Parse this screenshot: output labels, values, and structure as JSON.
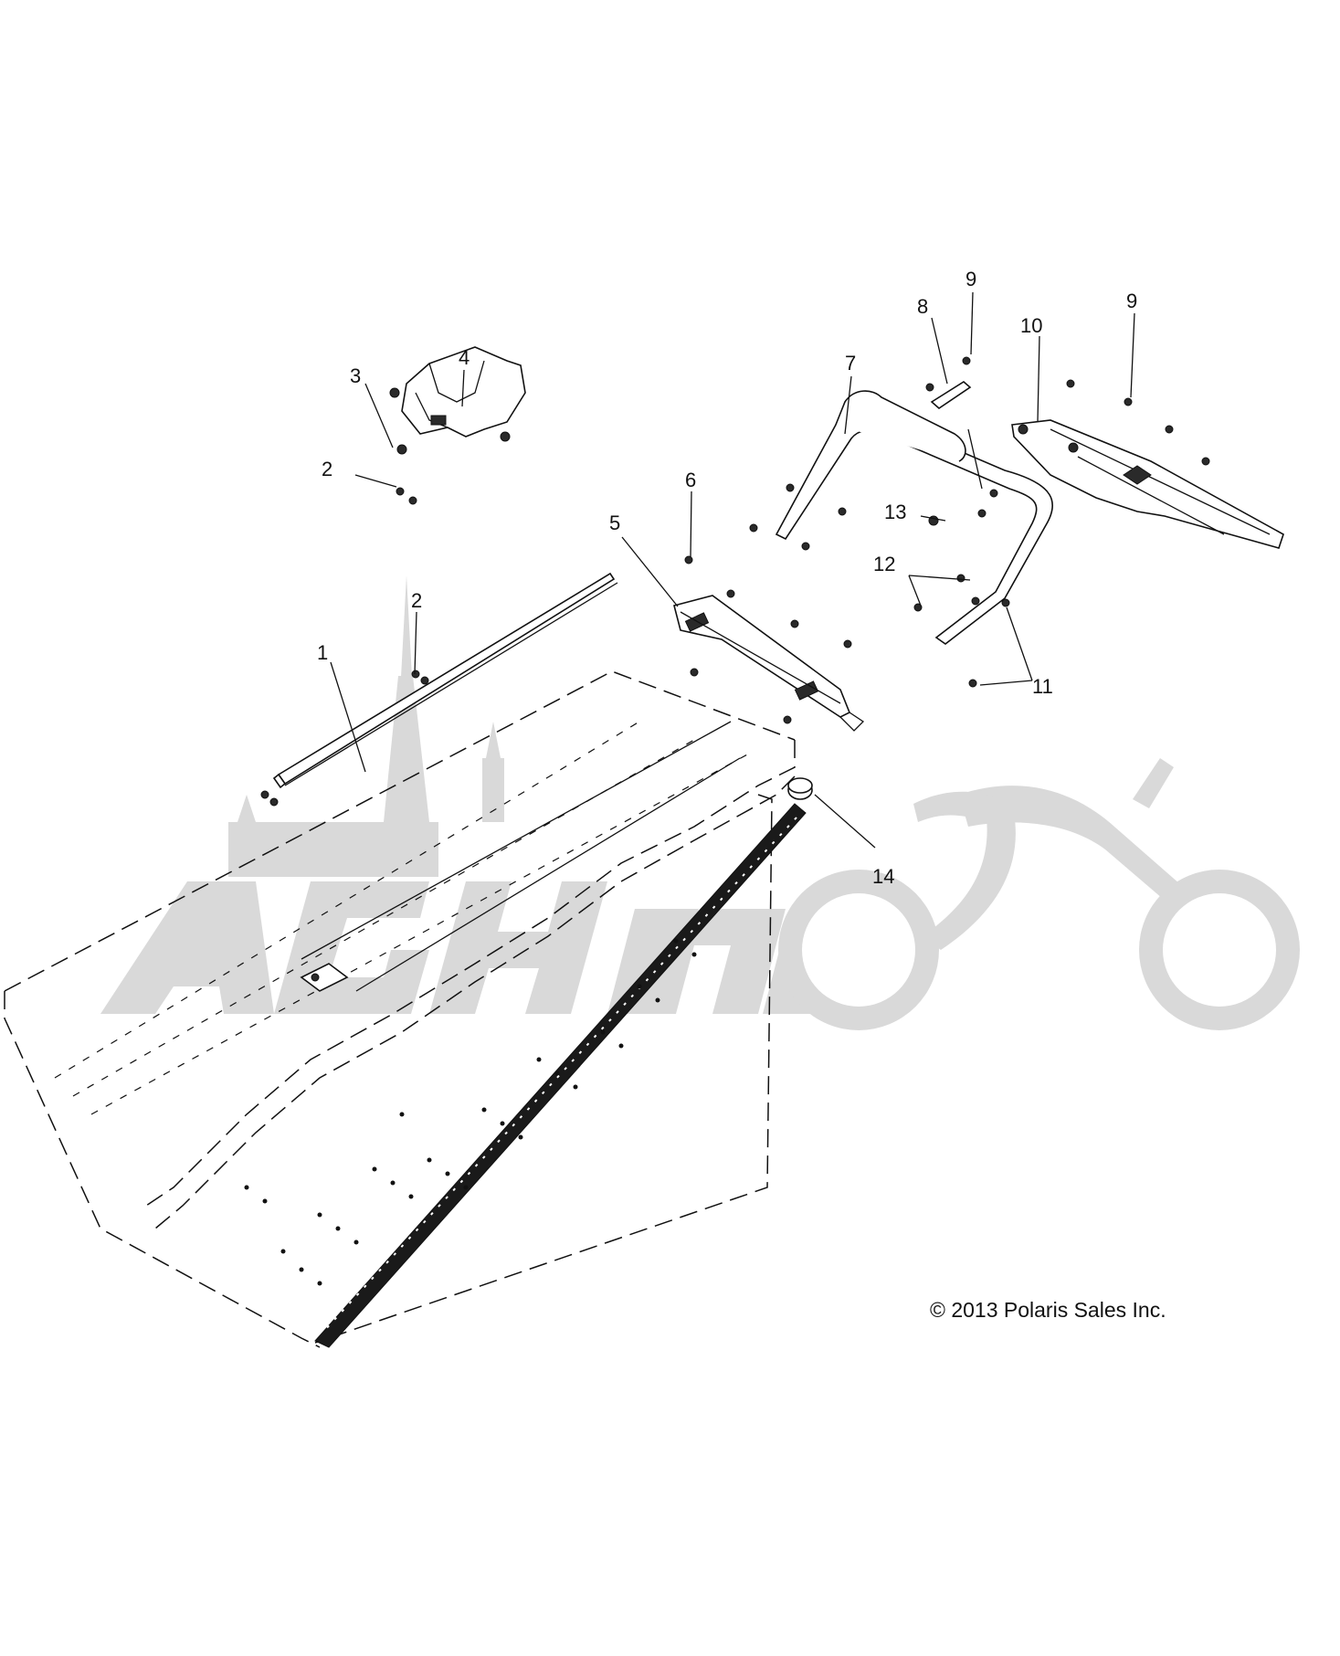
{
  "callouts": [
    {
      "id": "1",
      "text": "1"
    },
    {
      "id": "2a",
      "text": "2"
    },
    {
      "id": "2b",
      "text": "2"
    },
    {
      "id": "3",
      "text": "3"
    },
    {
      "id": "4",
      "text": "4"
    },
    {
      "id": "5",
      "text": "5"
    },
    {
      "id": "6",
      "text": "6"
    },
    {
      "id": "7",
      "text": "7"
    },
    {
      "id": "8",
      "text": "8"
    },
    {
      "id": "9a",
      "text": "9"
    },
    {
      "id": "9b",
      "text": "9"
    },
    {
      "id": "10",
      "text": "10"
    },
    {
      "id": "11",
      "text": "11"
    },
    {
      "id": "12",
      "text": "12"
    },
    {
      "id": "13",
      "text": "13"
    },
    {
      "id": "14",
      "text": "14"
    }
  ],
  "copyright": "© 2013 Polaris Sales Inc.",
  "watermark": {
    "text": "AGHmoto",
    "color": "#d9d9d9"
  }
}
